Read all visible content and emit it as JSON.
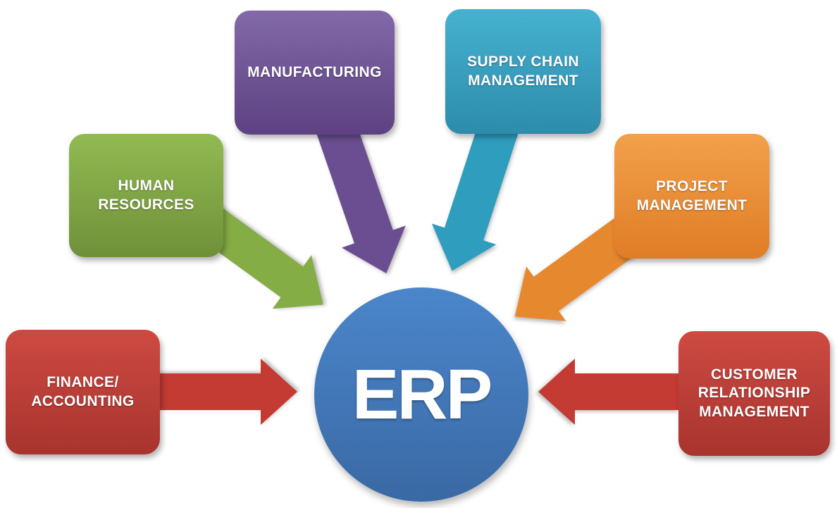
{
  "diagram": {
    "title_semantic": "ERP modules diagram",
    "background_color": "#ffffff",
    "center": {
      "label": "ERP",
      "text_color": "#ffffff",
      "color_top": "#4b86cb",
      "color_bottom": "#3a69a4"
    },
    "nodes": [
      {
        "id": "manufacturing",
        "label": "MANUFACTURING",
        "color_top": "#8269a7",
        "color_bottom": "#5d4182",
        "arrow_color": "#6b4e91"
      },
      {
        "id": "supply-chain-management",
        "label": "SUPPLY CHAIN\nMANAGEMENT",
        "color_top": "#46b1d0",
        "color_bottom": "#2d8cab",
        "arrow_color": "#2f9dbe"
      },
      {
        "id": "human-resources",
        "label": "HUMAN\nRESOURCES",
        "color_top": "#92ba52",
        "color_bottom": "#6f9039",
        "arrow_color": "#85ad45"
      },
      {
        "id": "project-management",
        "label": "PROJECT\nMANAGEMENT",
        "color_top": "#f2a04b",
        "color_bottom": "#e07d26",
        "arrow_color": "#e6882e"
      },
      {
        "id": "finance-accounting",
        "label": "FINANCE/\nACCOUNTING",
        "color_top": "#cd4a42",
        "color_bottom": "#a8342e",
        "arrow_color": "#c33b33"
      },
      {
        "id": "customer-relationship-management",
        "label": "CUSTOMER\nRELATIONSHIP\nMANAGEMENT",
        "color_top": "#cd4a42",
        "color_bottom": "#a8342e",
        "arrow_color": "#c33b33"
      }
    ]
  }
}
